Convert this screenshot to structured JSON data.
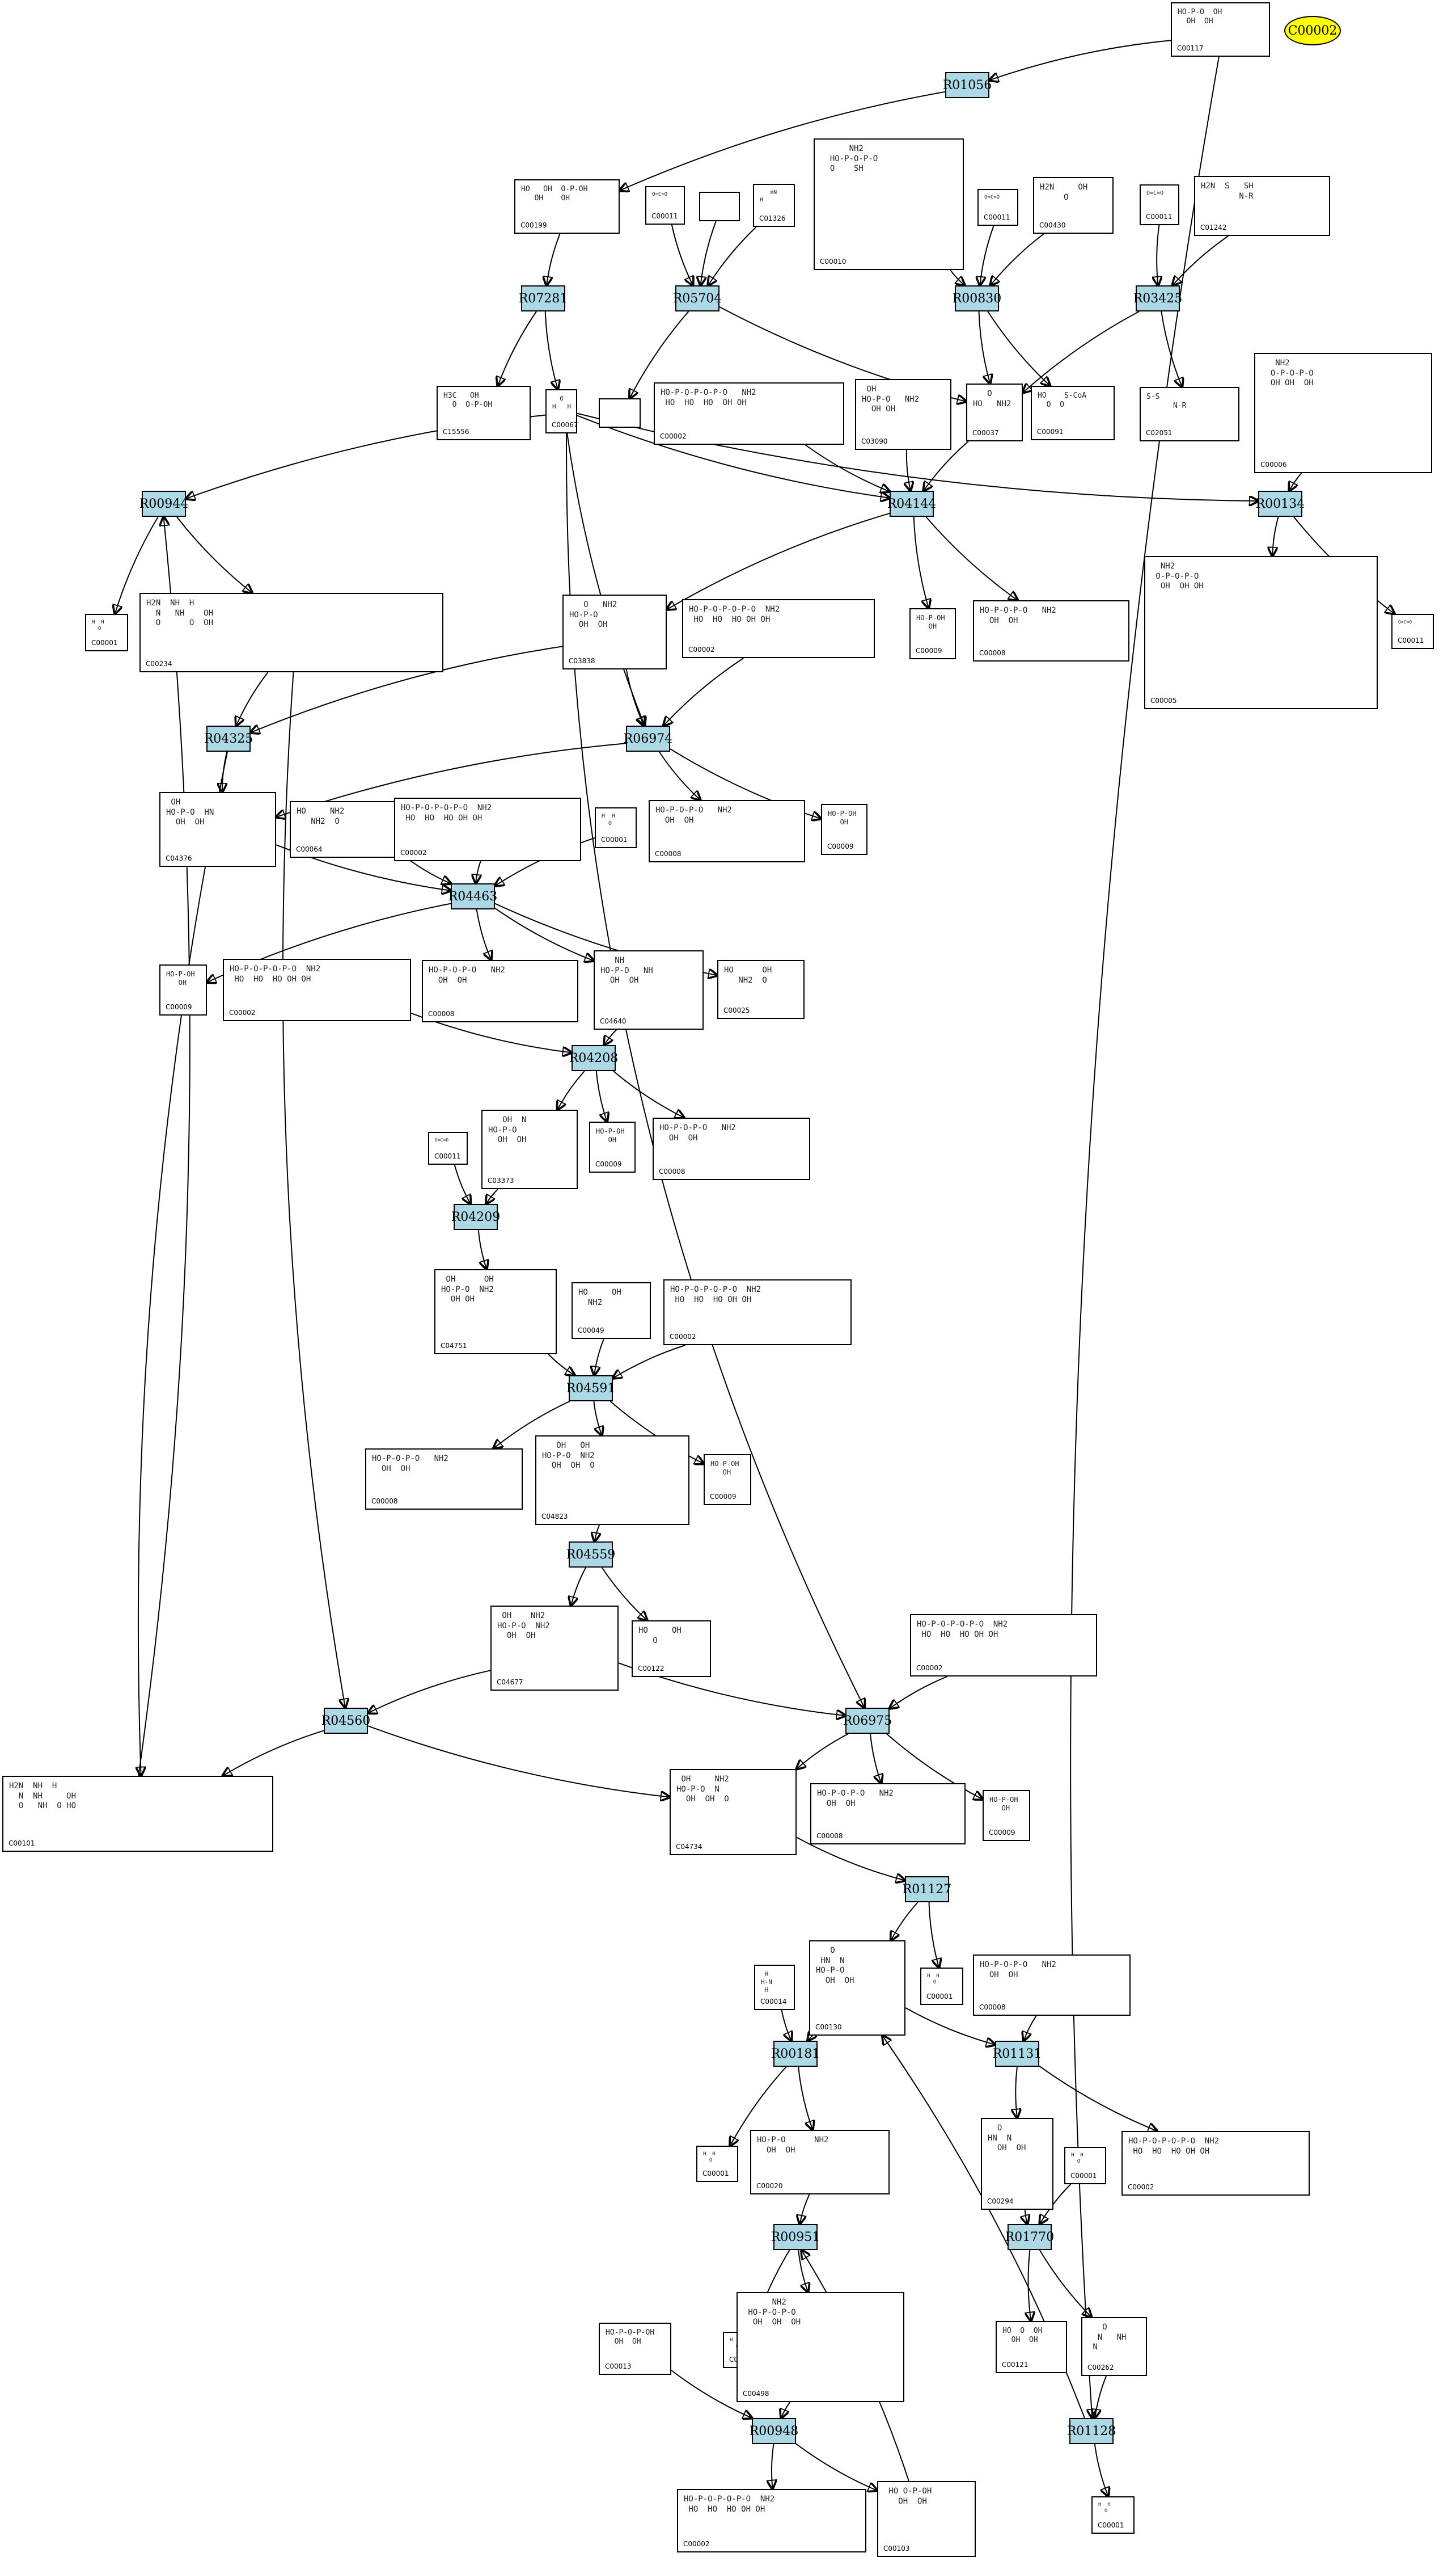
{
  "legend": {
    "label": "C00002"
  },
  "reactions": [
    {
      "id": "R01056",
      "label": "R01056"
    },
    {
      "id": "R07281",
      "label": "R07281"
    },
    {
      "id": "R05704",
      "label": "R05704"
    },
    {
      "id": "R00830",
      "label": "R00830"
    },
    {
      "id": "R03425",
      "label": "R03425"
    },
    {
      "id": "R00944",
      "label": "R00944"
    },
    {
      "id": "R04144",
      "label": "R04144"
    },
    {
      "id": "R00134",
      "label": "R00134"
    },
    {
      "id": "R04325",
      "label": "R04325"
    },
    {
      "id": "R06974",
      "label": "R06974"
    },
    {
      "id": "R04463",
      "label": "R04463"
    },
    {
      "id": "R04208",
      "label": "R04208"
    },
    {
      "id": "R04209",
      "label": "R04209"
    },
    {
      "id": "R04591",
      "label": "R04591"
    },
    {
      "id": "R04559",
      "label": "R04559"
    },
    {
      "id": "R04560",
      "label": "R04560"
    },
    {
      "id": "R06975",
      "label": "R06975"
    },
    {
      "id": "R01127",
      "label": "R01127"
    },
    {
      "id": "R00181",
      "label": "R00181"
    },
    {
      "id": "R01131",
      "label": "R01131"
    },
    {
      "id": "R00951",
      "label": "R00951"
    },
    {
      "id": "R01770",
      "label": "R01770"
    },
    {
      "id": "R00948",
      "label": "R00948"
    },
    {
      "id": "R01128",
      "label": "R01128"
    }
  ],
  "compounds": [
    {
      "id": "c1",
      "label": "C00117",
      "structure": "HO-P-O  OH\n  OH  OH"
    },
    {
      "id": "c2",
      "label": "C00199",
      "structure": "HO   OH  O-P-OH\n   OH    OH"
    },
    {
      "id": "c3",
      "label": "C00011",
      "structure": "O=C=O"
    },
    {
      "id": "c4",
      "label": "",
      "structure": ""
    },
    {
      "id": "c5",
      "label": "C01326",
      "structure": "   ≡N\nH"
    },
    {
      "id": "c6",
      "label": "C00010",
      "structure": "      NH2\n  HO-P-O-P-O\n  O    SH"
    },
    {
      "id": "c7",
      "label": "C00011",
      "structure": "O=C=O"
    },
    {
      "id": "c8",
      "label": "C00430",
      "structure": "H2N     OH\n     O"
    },
    {
      "id": "c9",
      "label": "C00011",
      "structure": "O=C=O"
    },
    {
      "id": "c10",
      "label": "C01242",
      "structure": "H2N  S   SH\n        N-R"
    },
    {
      "id": "c11",
      "label": "C15556",
      "structure": "H3C   OH\n  O  O-P-OH"
    },
    {
      "id": "c12",
      "label": "C00067",
      "structure": "  O\nH   H"
    },
    {
      "id": "c13",
      "label": "",
      "structure": ""
    },
    {
      "id": "c14",
      "label": "C00002",
      "structure": "HO-P-O-P-O-P-O   NH2\n HO  HO  HO  OH OH"
    },
    {
      "id": "c15",
      "label": "C03090",
      "structure": " OH\nHO-P-O   NH2\n  OH OH"
    },
    {
      "id": "c16",
      "label": "C00037",
      "structure": "   O\nHO   NH2"
    },
    {
      "id": "c17",
      "label": "C00091",
      "structure": "HO    S-CoA\n  O  O"
    },
    {
      "id": "c18",
      "label": "C02051",
      "structure": "S-S\n      N-R"
    },
    {
      "id": "c19",
      "label": "C00006",
      "structure": "   NH2\n  O-P-O-P-O\n  OH OH  OH"
    },
    {
      "id": "c20",
      "label": "C00001",
      "structure": "H  H\n  O"
    },
    {
      "id": "c21",
      "label": "C00234",
      "structure": "H2N  NH  H\n  N   NH    OH\n  O      O  OH"
    },
    {
      "id": "c22",
      "label": "C03838",
      "structure": "   O   NH2\nHO-P-O\n  OH  OH"
    },
    {
      "id": "c23",
      "label": "C00002",
      "structure": "HO-P-O-P-O-P-O  NH2\n HO  HO  HO OH OH"
    },
    {
      "id": "c24",
      "label": "C00009",
      "structure": "HO-P-OH\n   OH"
    },
    {
      "id": "c25",
      "label": "C00008",
      "structure": "HO-P-O-P-O   NH2\n  OH  OH"
    },
    {
      "id": "c26",
      "label": "C00005",
      "structure": "  NH2\n O-P-O-P-O\n  OH  OH OH"
    },
    {
      "id": "c27",
      "label": "C00011",
      "structure": "O=C=O"
    },
    {
      "id": "c28",
      "label": "C04376",
      "structure": " OH\nHO-P-O  HN\n  OH  OH"
    },
    {
      "id": "c29",
      "label": "C00064",
      "structure": "HO     NH2\n   NH2  O"
    },
    {
      "id": "c30",
      "label": "C00002",
      "structure": "HO-P-O-P-O-P-O  NH2\n HO  HO  HO OH OH"
    },
    {
      "id": "c31",
      "label": "C00001",
      "structure": "H  H\n  O"
    },
    {
      "id": "c32",
      "label": "C00008",
      "structure": "HO-P-O-P-O   NH2\n  OH  OH"
    },
    {
      "id": "c33",
      "label": "C00009",
      "structure": "HO-P-OH\n   OH"
    },
    {
      "id": "c34",
      "label": "C00009",
      "structure": "HO-P-OH\n   OH"
    },
    {
      "id": "c35",
      "label": "C00002",
      "structure": "HO-P-O-P-O-P-O  NH2\n HO  HO  HO OH OH"
    },
    {
      "id": "c36",
      "label": "C00008",
      "structure": "HO-P-O-P-O   NH2\n  OH  OH"
    },
    {
      "id": "c37",
      "label": "C04640",
      "structure": "   NH\nHO-P-O   NH\n  OH  OH"
    },
    {
      "id": "c38",
      "label": "C00025",
      "structure": "HO      OH\n   NH2  O"
    },
    {
      "id": "c39",
      "label": "C00011",
      "structure": "O=C=O"
    },
    {
      "id": "c40",
      "label": "C03373",
      "structure": "   OH  N\nHO-P-O\n  OH  OH"
    },
    {
      "id": "c41",
      "label": "C00009",
      "structure": "HO-P-OH\n   OH"
    },
    {
      "id": "c42",
      "label": "C00008",
      "structure": "HO-P-O-P-O   NH2\n  OH  OH"
    },
    {
      "id": "c43",
      "label": "C04751",
      "structure": " OH      OH\nHO-P-O  NH2\n  OH OH"
    },
    {
      "id": "c44",
      "label": "C00049",
      "structure": "HO     OH\n  NH2"
    },
    {
      "id": "c45",
      "label": "C00002",
      "structure": "HO-P-O-P-O-P-O  NH2\n HO  HO  HO OH OH"
    },
    {
      "id": "c46",
      "label": "C00008",
      "structure": "HO-P-O-P-O   NH2\n  OH  OH"
    },
    {
      "id": "c47",
      "label": "C04823",
      "structure": "   OH   OH\nHO-P-O  NH2\n  OH  OH  O"
    },
    {
      "id": "c48",
      "label": "C00009",
      "structure": "HO-P-OH\n   OH"
    },
    {
      "id": "c49",
      "label": "C04677",
      "structure": " OH    NH2\nHO-P-O  NH2\n  OH  OH"
    },
    {
      "id": "c50",
      "label": "C00122",
      "structure": "HO     OH\n   O"
    },
    {
      "id": "c51",
      "label": "C00002",
      "structure": "HO-P-O-P-O-P-O  NH2\n HO  HO  HO OH OH"
    },
    {
      "id": "c52",
      "label": "C00101",
      "structure": "H2N  NH  H\n  N  NH     OH\n  O   NH  O HO"
    },
    {
      "id": "c53",
      "label": "C04734",
      "structure": " OH     NH2\nHO-P-O  N\n  OH  OH  O"
    },
    {
      "id": "c54",
      "label": "C00008",
      "structure": "HO-P-O-P-O   NH2\n  OH  OH"
    },
    {
      "id": "c55",
      "label": "C00009",
      "structure": "HO-P-OH\n   OH"
    },
    {
      "id": "c56",
      "label": "C00130",
      "structure": "   O\n HN  N\nHO-P-O\n  OH  OH"
    },
    {
      "id": "c57",
      "label": "C00001",
      "structure": "H  H\n  O"
    },
    {
      "id": "c58",
      "label": "C00014",
      "structure": " H\nH-N\n H"
    },
    {
      "id": "c59",
      "label": "C00008",
      "structure": "HO-P-O-P-O   NH2\n  OH  OH"
    },
    {
      "id": "c60",
      "label": "C00001",
      "structure": "H  H\n  O"
    },
    {
      "id": "c61",
      "label": "C00020",
      "structure": "HO-P-O      NH2\n  OH  OH"
    },
    {
      "id": "c62",
      "label": "C00294",
      "structure": "  O\nHN  N\n  OH  OH"
    },
    {
      "id": "c63",
      "label": "C00001",
      "structure": "H  H\n  O"
    },
    {
      "id": "c64",
      "label": "C00002",
      "structure": "HO-P-O-P-O-P-O  NH2\n HO  HO  HO OH OH"
    },
    {
      "id": "c65",
      "label": "C00013",
      "structure": "HO-P-O-P-OH\n  OH  OH"
    },
    {
      "id": "c66",
      "label": "C00001",
      "structure": "H  H\n  O"
    },
    {
      "id": "c67",
      "label": "C00498",
      "structure": "      NH2\n HO-P-O-P-O\n  OH  OH  OH"
    },
    {
      "id": "c68",
      "label": "C00121",
      "structure": "HO  O  OH\n  OH  OH"
    },
    {
      "id": "c69",
      "label": "C00262",
      "structure": "   O\n  N   NH\n N"
    },
    {
      "id": "c70",
      "label": "C00002",
      "structure": "HO-P-O-P-O-P-O  NH2\n HO  HO  HO OH OH"
    },
    {
      "id": "c71",
      "label": "C00103",
      "structure": " HO O-P-OH\n   OH  OH"
    },
    {
      "id": "c72",
      "label": "C00001",
      "structure": "H  H\n  O"
    }
  ]
}
